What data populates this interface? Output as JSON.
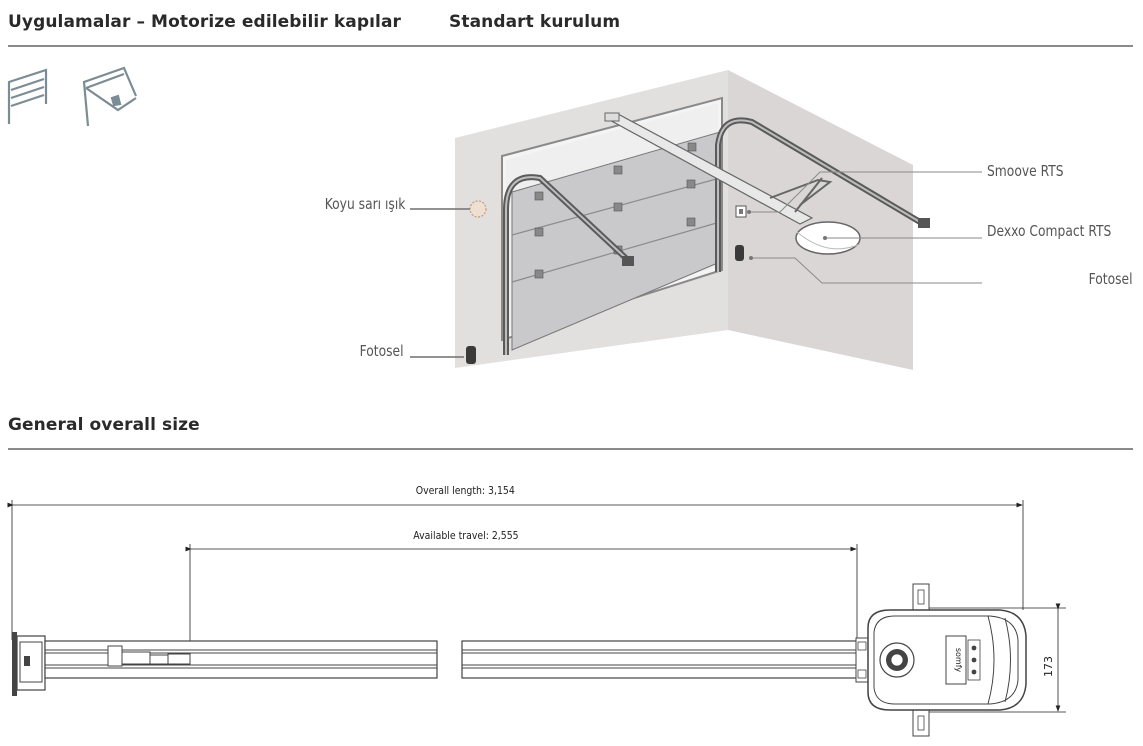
{
  "header": {
    "applications_title": "Uygulamalar – Motorize edilebilir kapılar",
    "installation_title": "Standart kurulum"
  },
  "installation_labels": {
    "orange_light": "Koyu sarı ışık",
    "photocell_left": "Fotosel",
    "smoove": "Smoove RTS",
    "dexxo": "Dexxo Compact RTS",
    "photocell_right": "Fotosel"
  },
  "door_types": [
    "sectional-door-icon",
    "up-and-over-door-icon"
  ],
  "size_section": {
    "title": "General overall size",
    "overall_length": "Overall length: 3,154",
    "available_travel": "Available travel: 2,555",
    "height": "173"
  },
  "colors": {
    "wall": "#e2dfdf",
    "door": "#c9c9cc",
    "rail": "#5a5a5a",
    "rule": "#8a8a8a",
    "leader": "#7a7a7a"
  }
}
